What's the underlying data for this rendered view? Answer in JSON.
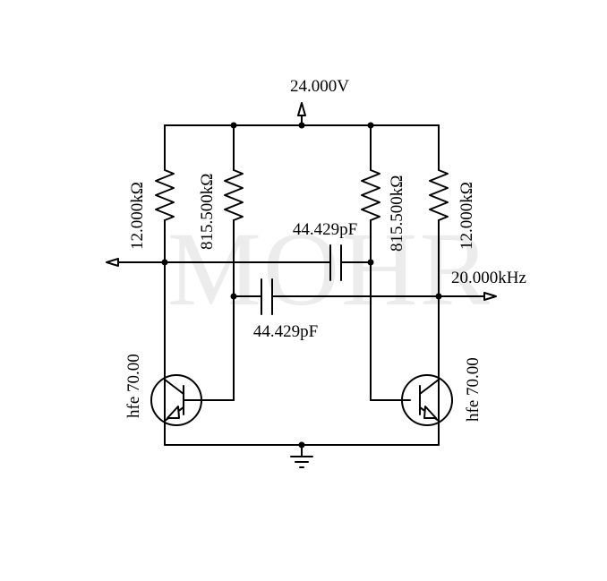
{
  "watermark": "MOHR",
  "supply": {
    "voltage": "24.000V"
  },
  "output": {
    "frequency": "20.000kHz"
  },
  "resistors": {
    "r_left_outer": "12.000kΩ",
    "r_left_inner": "815.500kΩ",
    "r_right_inner": "815.500kΩ",
    "r_right_outer": "12.000kΩ"
  },
  "capacitors": {
    "c_top": "44.429pF",
    "c_bottom": "44.429pF"
  },
  "transistors": {
    "q_left_hfe": "hfe 70.00",
    "q_right_hfe": "hfe 70.00"
  },
  "colors": {
    "ink": "#000000",
    "watermark": "#ececec",
    "background": "#ffffff"
  }
}
